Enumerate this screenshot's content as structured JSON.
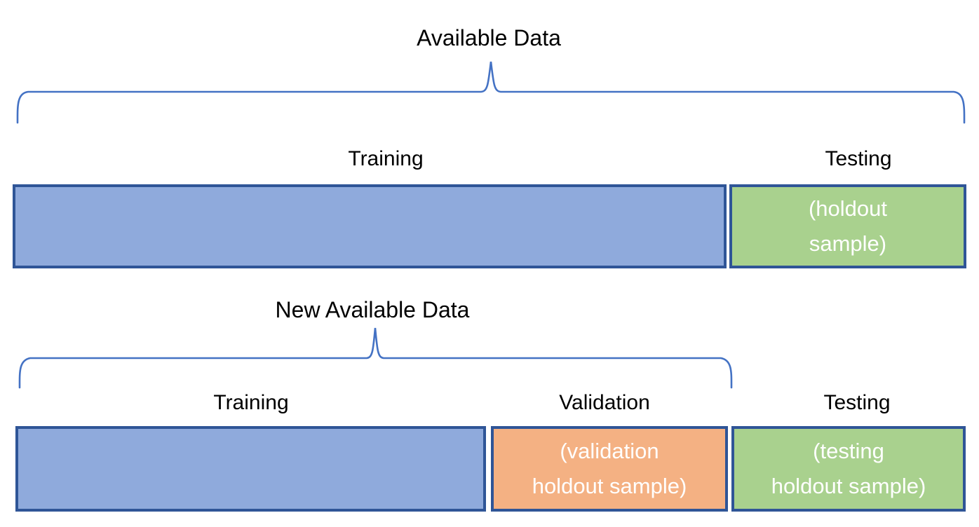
{
  "colors": {
    "brace": "#4472C4",
    "block_border": "#2F5597",
    "training_fill": "#8FAADC",
    "testing_fill": "#A9D18E",
    "validation_fill": "#F4B183",
    "block_text": "#FFFFFF",
    "label_text": "#000000"
  },
  "section1": {
    "title": "Available Data",
    "training_label": "Training",
    "testing_label": "Testing",
    "testing_block_line1": "(holdout",
    "testing_block_line2": "sample)"
  },
  "section2": {
    "title": "New Available Data",
    "training_label": "Training",
    "validation_label": "Validation",
    "testing_label": "Testing",
    "validation_block_line1": "(validation",
    "validation_block_line2": "holdout sample)",
    "testing_block_line1": "(testing",
    "testing_block_line2": "holdout sample)"
  }
}
